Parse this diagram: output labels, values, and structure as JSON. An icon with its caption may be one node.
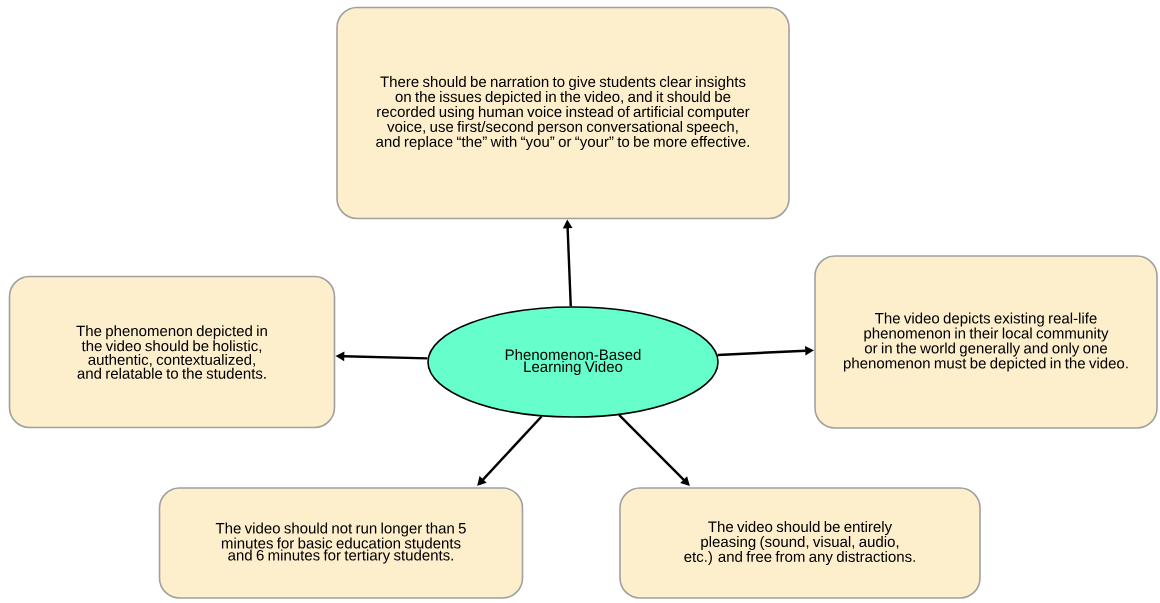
{
  "diagram": {
    "nodes": [
      {
        "text": [
          "Phenomenon-Based Learning Video"
        ]
      },
      {
        "text": [
          "There should be narration to give students clear insights on the issues depicted in the video, and it should be recorded using human voice instead of artificial computer voice, use first/second person conversational speech, and replace “the” with “you” or “your” to be more effective."
        ]
      },
      {
        "text": [
          "The phenomenon depicted in the video should be holistic, authentic, contextualized, and relatable to the students."
        ]
      },
      {
        "text": [
          "The video depicts existing real-life phenomenon in their local community or in the world generally and only one phenomenon must be depicted in the video."
        ]
      },
      {
        "text": [
          "The video should not run longer than 5 minutes for basic education students and 6 minutes for tertiary students."
        ]
      },
      {
        "text": [
          "The video should be entirely pleasing (sound, visual, audio, etc.) and free from any distractions."
        ]
      }
    ],
    "edges": [
      {
        "from": 0,
        "to": 1,
        "arrow": "to"
      },
      {
        "from": 0,
        "to": 2,
        "arrow": "to"
      },
      {
        "from": 0,
        "to": 3,
        "arrow": "to"
      },
      {
        "from": 0,
        "to": 4,
        "arrow": "to"
      },
      {
        "from": 0,
        "to": 5,
        "arrow": "to"
      }
    ]
  }
}
